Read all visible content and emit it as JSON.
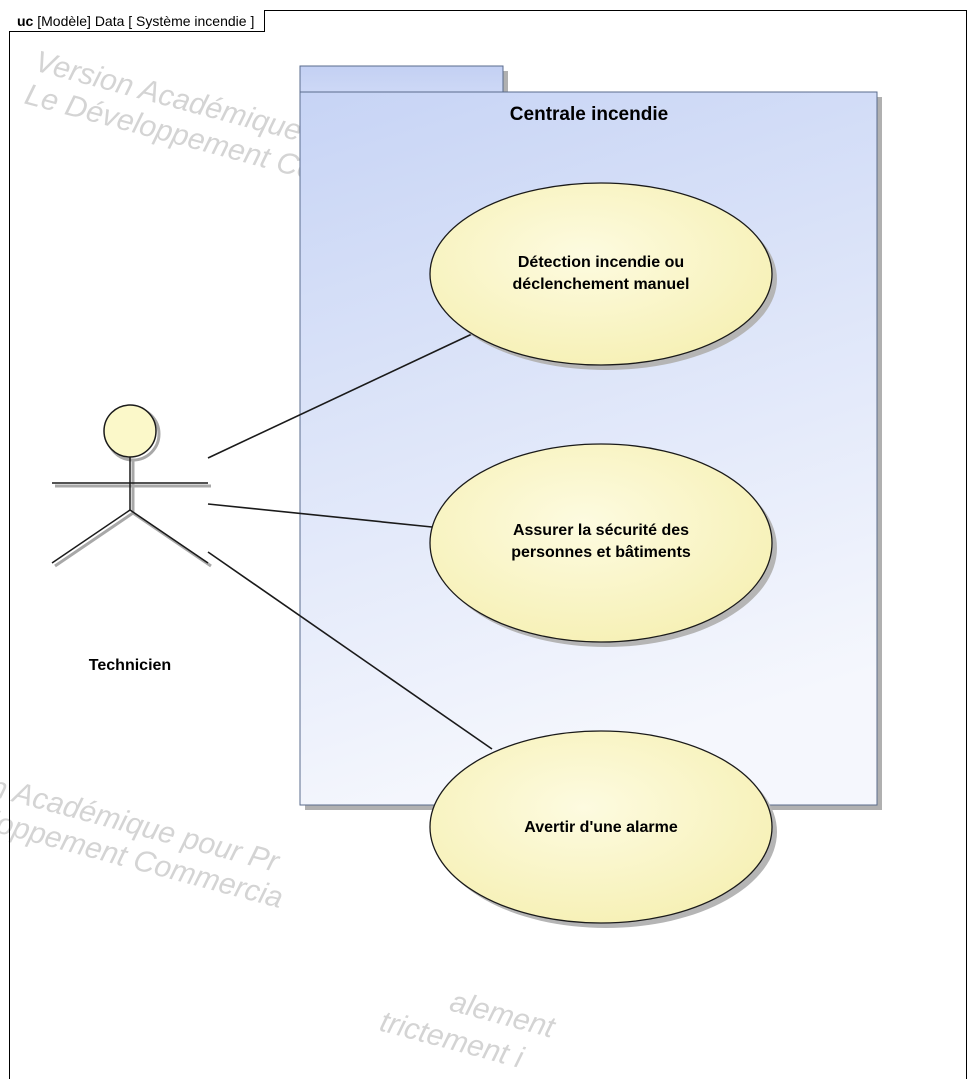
{
  "frame": {
    "keyword": "uc",
    "title": "[Modèle] Data [ Système incendie ]"
  },
  "watermarks": [
    "Version Académique",
    "Le Développement Co",
    "n Académique pour Pr",
    "loppement Commercia",
    "alement",
    "trictement i"
  ],
  "system": {
    "name": "Centrale incendie"
  },
  "actor": {
    "name": "Technicien"
  },
  "use_cases": [
    {
      "line1": "Détection incendie ou",
      "line2": "déclenchement manuel"
    },
    {
      "line1": "Assurer la sécurité des",
      "line2": "personnes et bâtiments"
    },
    {
      "line1": "Avertir d'une alarme",
      "line2": ""
    }
  ],
  "colors": {
    "system_gradient_top": "#c7d4f5",
    "system_gradient_bottom": "#f4f6fc",
    "use_case_fill": "#fbf8c9",
    "use_case_fill_edge": "#f3eda8",
    "actor_head_fill": "#fbf8c9",
    "stroke": "#1a1a1a",
    "border": "#5a6b8c"
  }
}
